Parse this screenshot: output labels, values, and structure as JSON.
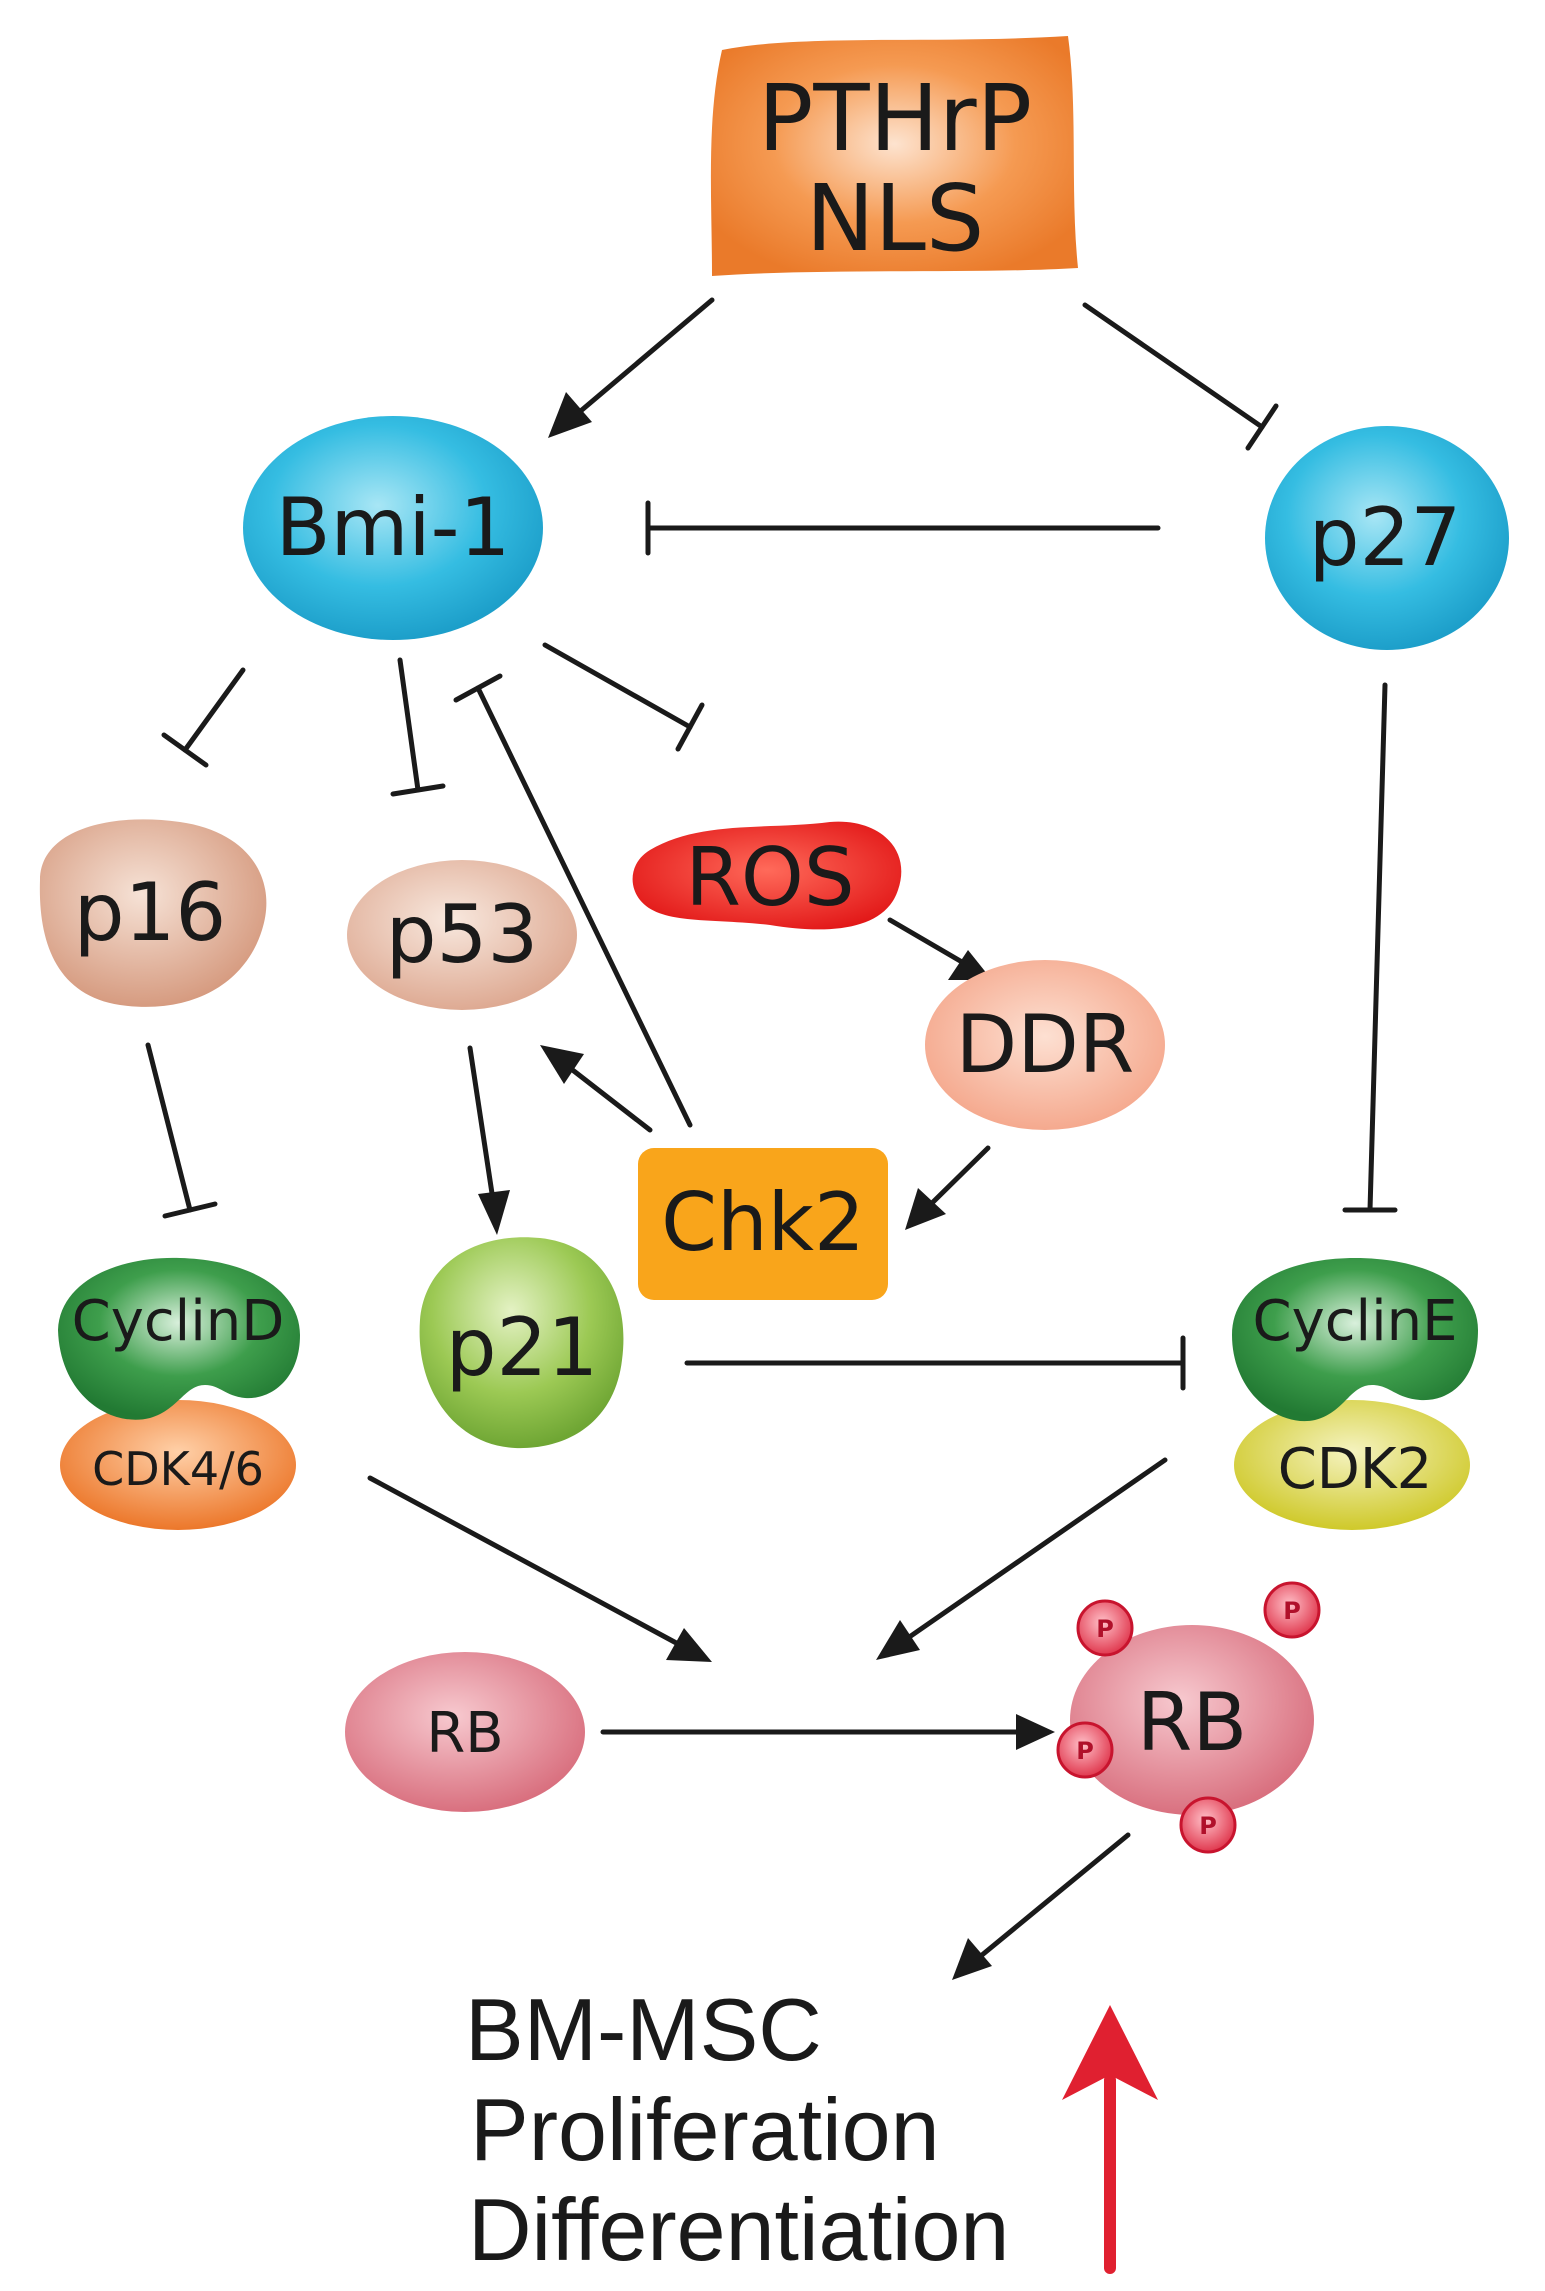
{
  "nodes": {
    "pthrp": {
      "line1": "PTHrP",
      "line2": "NLS",
      "color": "#f08a3a"
    },
    "bmi1": {
      "label": "Bmi-1",
      "color": "#2fb4dc"
    },
    "p27": {
      "label": "p27",
      "color": "#2fb4dc"
    },
    "p16": {
      "label": "p16",
      "color": "#d9a388"
    },
    "p53": {
      "label": "p53",
      "color": "#e6b9a3"
    },
    "ros": {
      "label": "ROS",
      "color": "#e8201f"
    },
    "ddr": {
      "label": "DDR",
      "color": "#f4ad90"
    },
    "chk2": {
      "label": "Chk2",
      "color": "#f9a51b"
    },
    "p21": {
      "label": "p21",
      "color": "#8fbd45"
    },
    "cyclind": {
      "label": "CyclinD",
      "color": "#2e8b3c"
    },
    "cdk46": {
      "label": "CDK4/6",
      "color": "#ef7d2e"
    },
    "cycline": {
      "label": "CyclinE",
      "color": "#2e8b3c"
    },
    "cdk2": {
      "label": "CDK2",
      "color": "#d6d23a"
    },
    "rb": {
      "label": "RB",
      "color": "#e07f8c"
    },
    "prb": {
      "label": "RB",
      "phospho_label": "P",
      "color": "#e28c98"
    }
  },
  "outcome": {
    "line1": "BM-MSC",
    "line2": "Proliferation",
    "line3": "Differentiation",
    "arrow_color": "#e02030"
  }
}
